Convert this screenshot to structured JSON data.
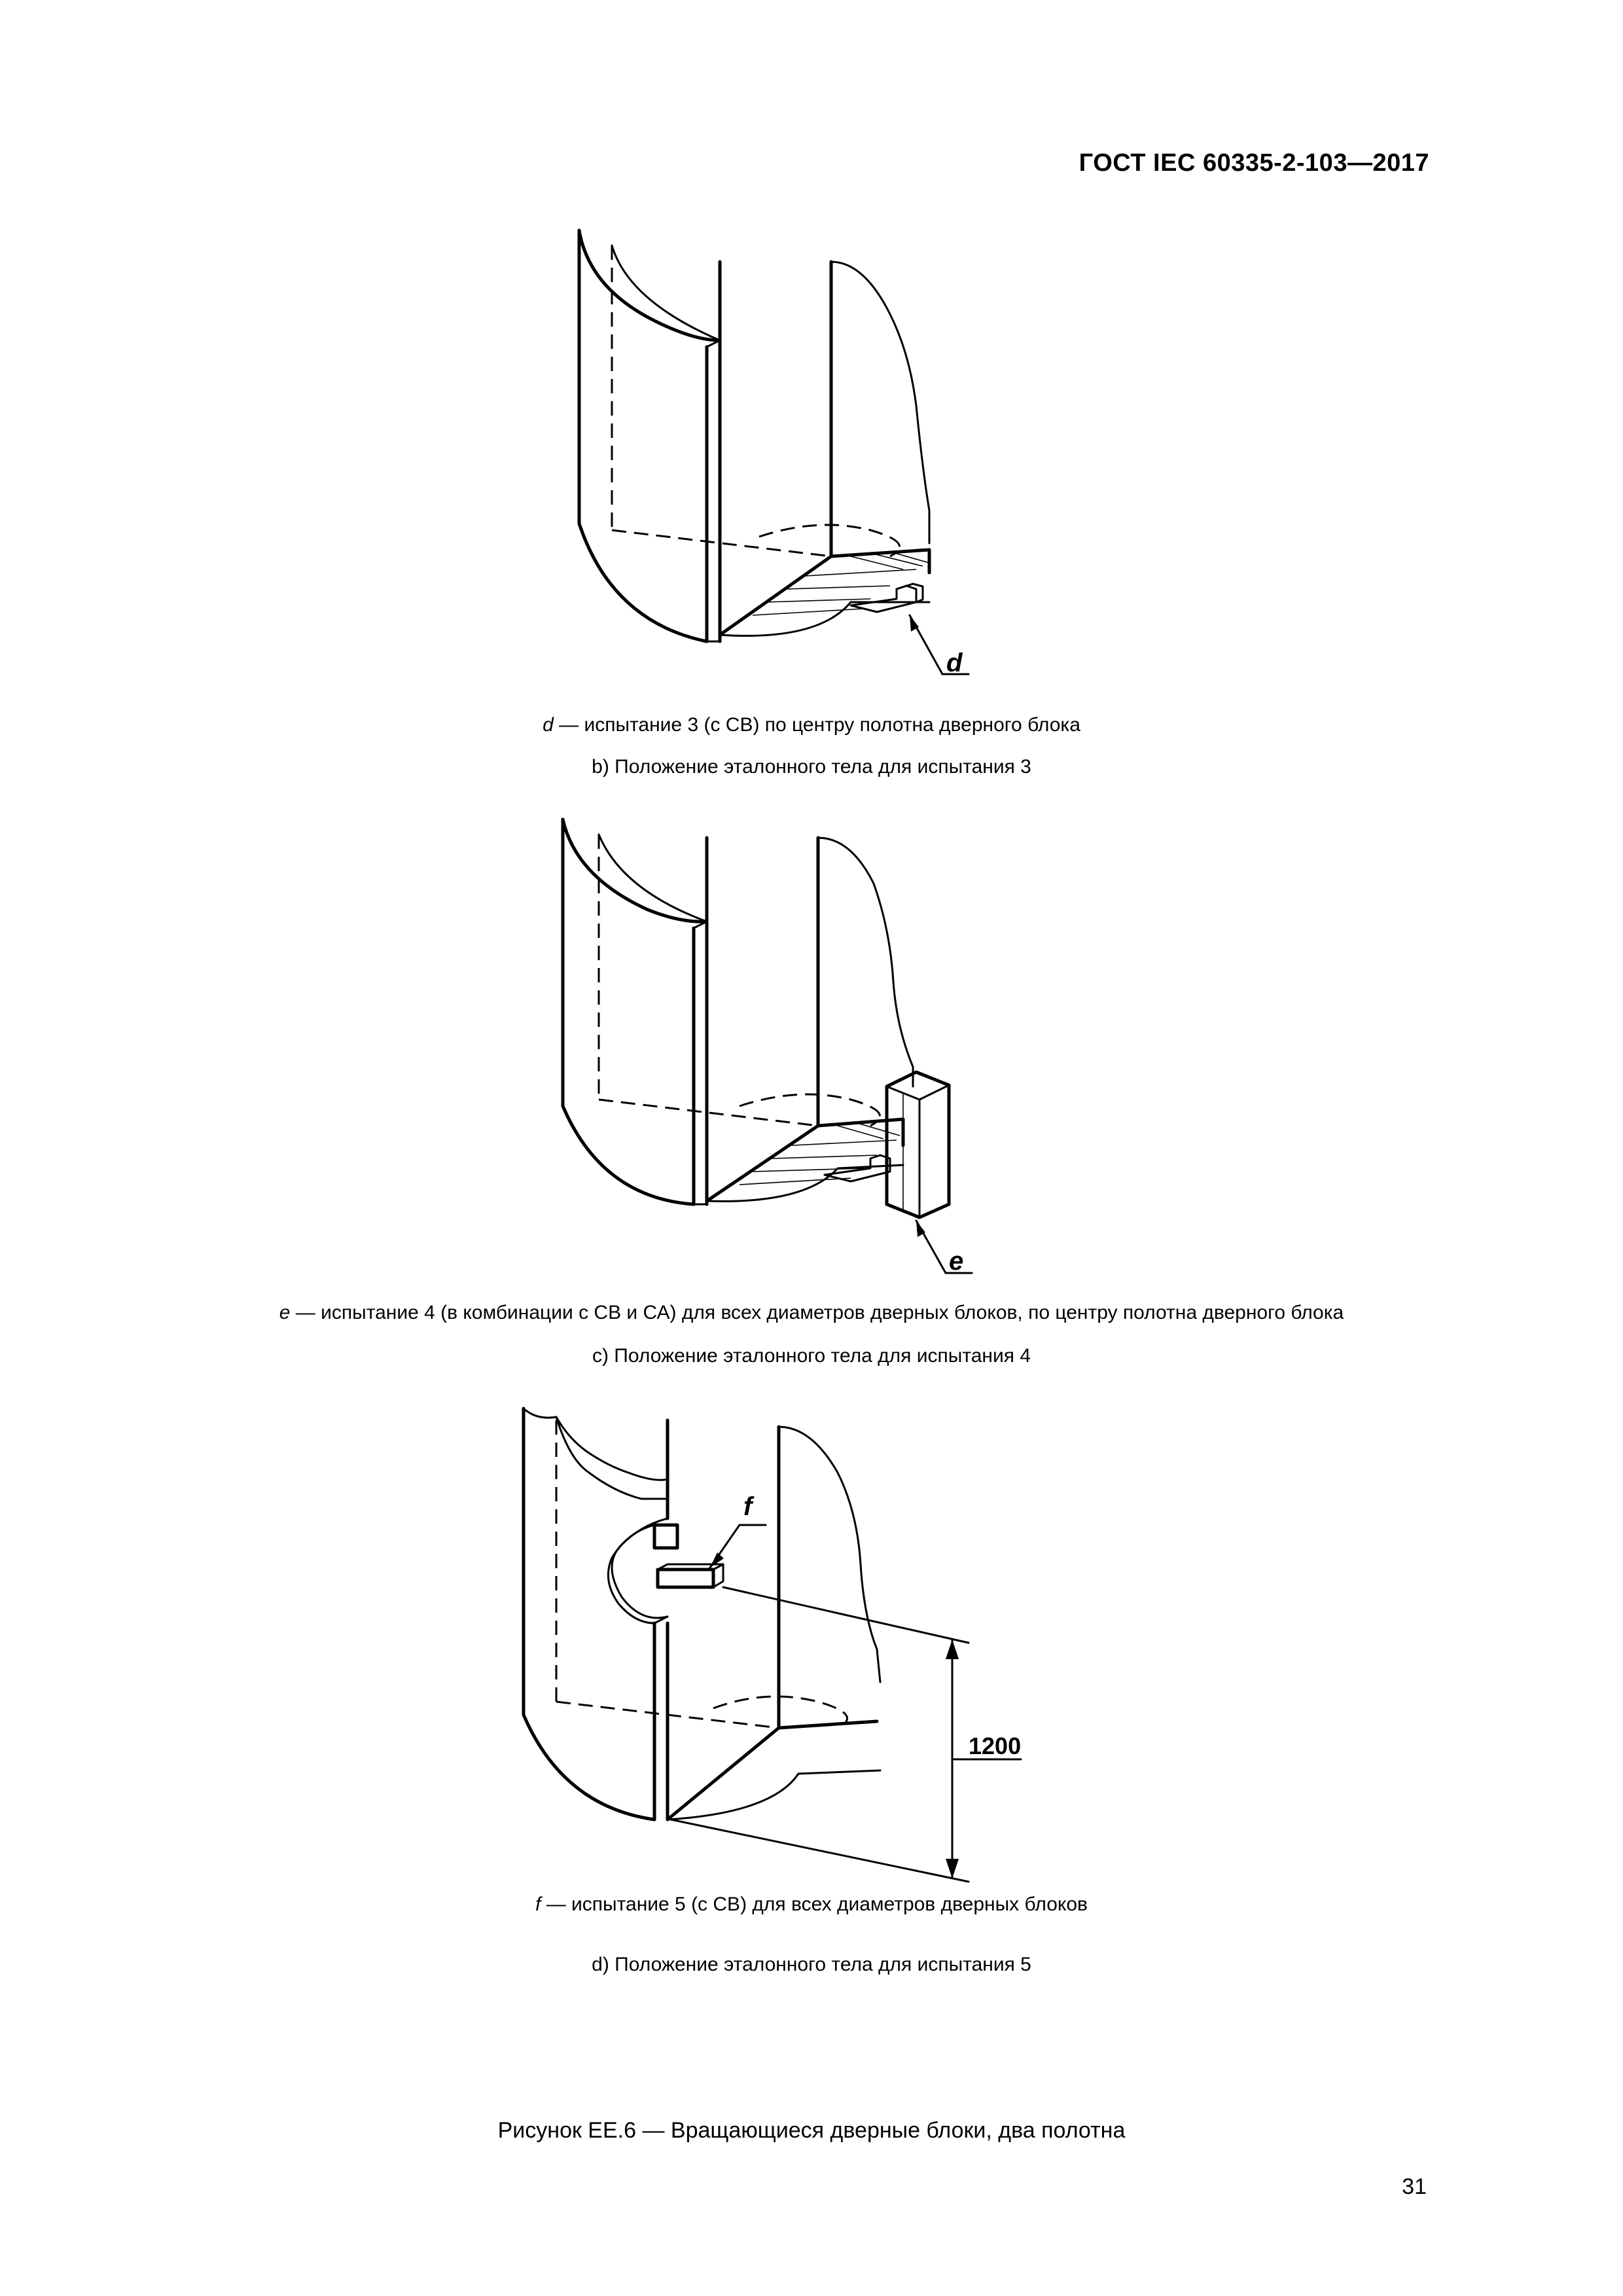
{
  "header": {
    "standard": "ГОСТ IEC 60335-2-103—2017"
  },
  "figures": [
    {
      "callout": "d",
      "legend_key": "d",
      "legend_text": " — испытание 3 (с СВ) по центру полотна дверного блока",
      "subcaption": "b) Положение эталонного тела для испытания 3"
    },
    {
      "callout": "e",
      "legend_key": "e",
      "legend_text": " — испытание 4 (в комбинации с СВ и СА) для всех диаметров дверных блоков, по центру полотна дверного блока",
      "subcaption": "c) Положение эталонного тела для испытания 4"
    },
    {
      "callout": "f",
      "dimension": "1200",
      "legend_key": "f",
      "legend_text": " — испытание 5 (с СВ) для всех диаметров дверных блоков",
      "subcaption": "d) Положение эталонного тела для испытания 5"
    }
  ],
  "figure_title": "Рисунок ЕЕ.6 — Вращающиеся дверные блоки, два полотна",
  "page_number": "31"
}
